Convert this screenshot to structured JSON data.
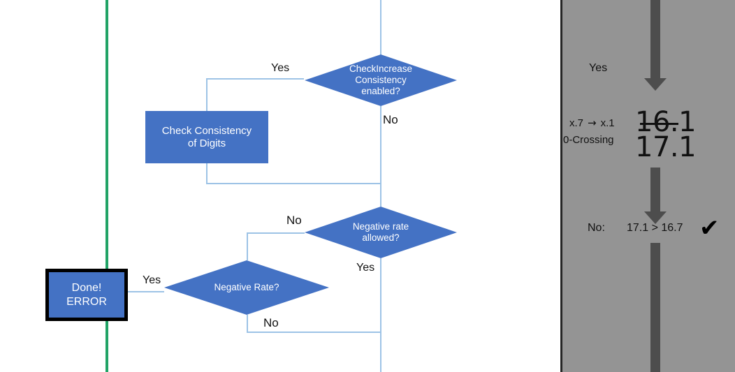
{
  "flowchart": {
    "decision_check_increase": {
      "text": "CheckIncrease\nConsistency\nenabled?",
      "line1": "CheckIncrease",
      "line2": "Consistency",
      "line3": "enabled?",
      "yes_label": "Yes",
      "no_label": "No"
    },
    "process_check_consistency": {
      "line1": "Check Consistency",
      "line2": "of Digits"
    },
    "decision_negative_rate_allowed": {
      "line1": "Negative rate",
      "line2": "allowed?",
      "no_label": "No",
      "yes_label": "Yes"
    },
    "decision_negative_rate": {
      "line1": "Negative Rate?",
      "no_label": "No"
    },
    "terminator_done_error": {
      "line1": "Done!",
      "line2": "ERROR",
      "yes_label": "Yes"
    },
    "colors": {
      "shape_fill": "#4472c4",
      "connector": "#9dc3e6",
      "green_marker": "#21a366",
      "shape_text": "#ffffff"
    }
  },
  "panel": {
    "yes_label": "Yes",
    "rule_label_1": "x.7",
    "rule_arrow": "→",
    "rule_label_2": "x.1",
    "rule_label_3": "0-Crossing",
    "value_struck": "16.1",
    "value_kept": "17.1",
    "result_prefix": "No:",
    "result_comparison": "17.1 > 16.7",
    "result_check": "✔",
    "colors": {
      "background": "#949494",
      "arrow": "#4d4d4d",
      "border": "#262626"
    }
  }
}
